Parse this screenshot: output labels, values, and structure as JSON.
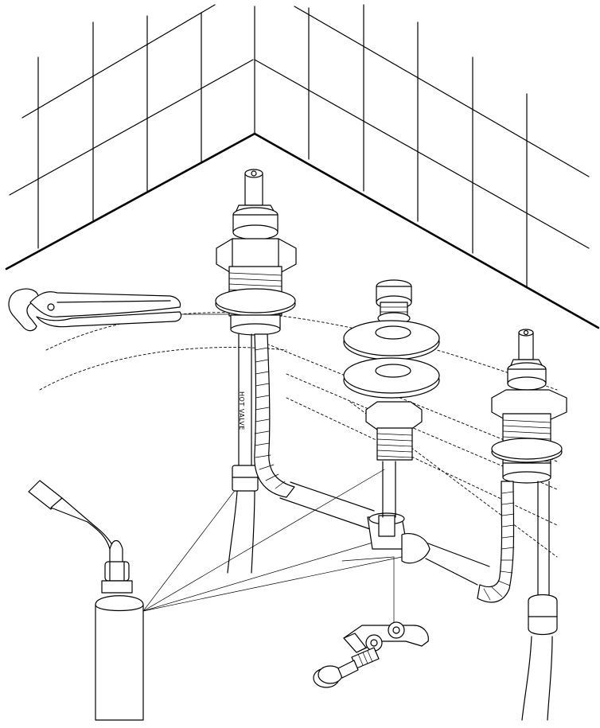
{
  "illustration": {
    "hot_valve_label": "HOT VALVE",
    "colors": {
      "ink": "#000000",
      "background": "#ffffff"
    },
    "parts": [
      "tile-wall",
      "hot-valve",
      "spout-valve",
      "cold-valve",
      "flexible-riser-hot",
      "flexible-riser-cold",
      "tee-fitting",
      "wrench-icon",
      "torch-icon",
      "tubing-cutter-icon"
    ]
  }
}
